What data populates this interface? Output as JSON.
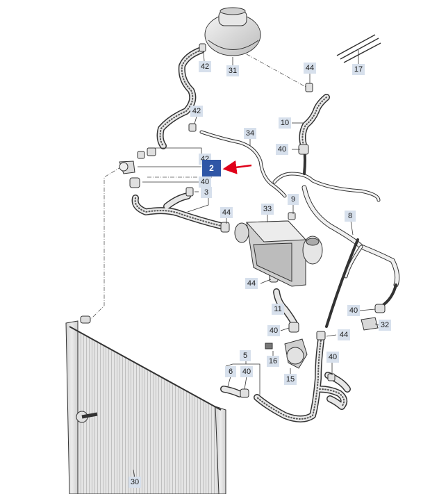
{
  "colors": {
    "label_bg": "#d7e0ec",
    "selected_label_bg": "#2f56a6",
    "arrow": "#e0001a",
    "line": "#333333"
  },
  "labels": {
    "l42a": "42",
    "l31": "31",
    "l44a": "44",
    "l17": "17",
    "l42b": "42",
    "l10": "10",
    "l34": "34",
    "l40a": "40",
    "l42c": "42",
    "l2": "2",
    "l40b": "40",
    "l3": "3",
    "l9": "9",
    "l44b": "44",
    "l33": "33",
    "l8": "8",
    "l44c": "44",
    "l11": "11",
    "l40c": "40",
    "l40d": "40",
    "l32": "32",
    "l44d": "44",
    "l16": "16",
    "l5": "5",
    "l40e": "40",
    "l6": "6",
    "l40f": "40",
    "l15": "15",
    "l30": "30"
  }
}
